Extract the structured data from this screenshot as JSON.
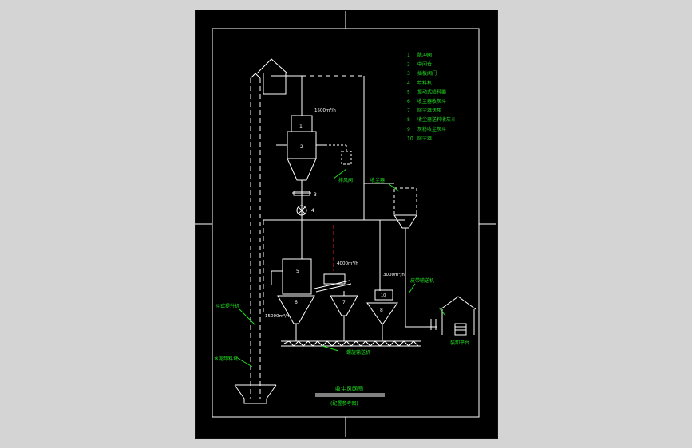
{
  "colors": {
    "background": "#d4d4d4",
    "sheet": "#000000",
    "line": "#ffffff",
    "label": "#20e020",
    "highlight": "#e02020"
  },
  "legend": {
    "items": [
      {
        "num": "1",
        "text": "脉冲阀"
      },
      {
        "num": "2",
        "text": "中间仓"
      },
      {
        "num": "3",
        "text": "插板阀门"
      },
      {
        "num": "4",
        "text": "给料机"
      },
      {
        "num": "5",
        "text": "振动式给料器"
      },
      {
        "num": "6",
        "text": "收尘器收灰斗"
      },
      {
        "num": "7",
        "text": "除尘器送灰"
      },
      {
        "num": "8",
        "text": "收尘器送料收灰斗"
      },
      {
        "num": "9",
        "text": "灰粉收尘灰斗"
      },
      {
        "num": "10",
        "text": "除尘器"
      }
    ]
  },
  "labels": {
    "flow1": "1500m³/h",
    "flow2": "4000m³/h",
    "flow3": "3000m³/h",
    "flow4": "15000m³/h",
    "valve_label": "排风阀",
    "collector_label": "收尘器",
    "conveyor_right": "皮带输送机",
    "platform": "装卸平台",
    "elevator": "斗式提升机",
    "pit": "水泥卸料坑",
    "screw": "螺旋输送机",
    "title": "收尘风网图",
    "subtitle": "(配置参考图)",
    "num_1": "1",
    "num_2": "2",
    "num_3": "3",
    "num_4": "4",
    "num_5": "5",
    "num_6": "6",
    "num_7": "7",
    "num_8": "8",
    "num_10": "10"
  }
}
